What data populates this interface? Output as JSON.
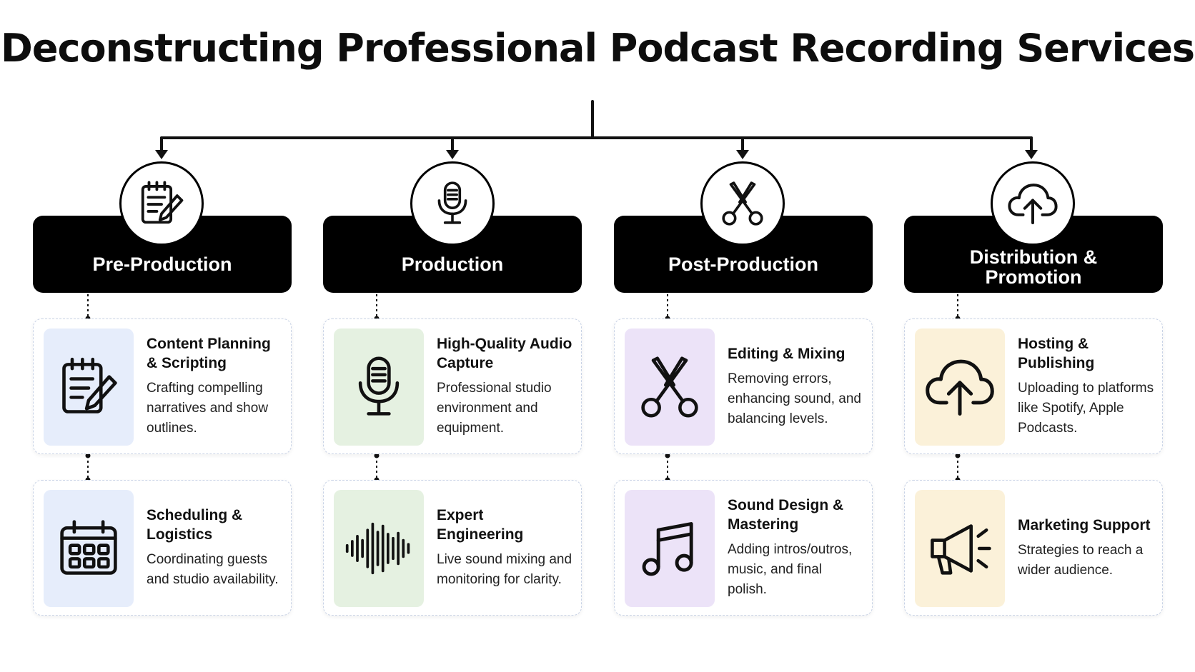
{
  "title": "Deconstructing Professional Podcast Recording Services",
  "colors": {
    "header_bg": "#000000",
    "tile_blue": "#e6edfb",
    "tile_green": "#e5f1e1",
    "tile_purple": "#ece3f8",
    "tile_yellow": "#fbf1d9"
  },
  "phases": [
    {
      "label": "Pre-Production",
      "icon": "notepad-pencil-icon",
      "cards": [
        {
          "title": "Content Planning & Scripting",
          "desc": "Crafting compelling narratives and show outlines.",
          "icon": "notepad-pencil-icon"
        },
        {
          "title": "Scheduling & Logistics",
          "desc": "Coordinating guests and studio availability.",
          "icon": "calendar-icon"
        }
      ]
    },
    {
      "label": "Production",
      "icon": "microphone-icon",
      "cards": [
        {
          "title": "High-Quality Audio Capture",
          "desc": "Professional studio environment and equipment.",
          "icon": "microphone-icon"
        },
        {
          "title": "Expert Engineering",
          "desc": "Live sound mixing and monitoring for clarity.",
          "icon": "sound-wave-icon"
        }
      ]
    },
    {
      "label": "Post-Production",
      "icon": "scissors-icon",
      "cards": [
        {
          "title": "Editing & Mixing",
          "desc": "Removing errors, enhancing sound, and balancing levels.",
          "icon": "scissors-icon"
        },
        {
          "title": "Sound Design & Mastering",
          "desc": "Adding intros/outros, music, and final polish.",
          "icon": "music-note-icon"
        }
      ]
    },
    {
      "label": "Distribution & Promotion",
      "icon": "cloud-upload-icon",
      "cards": [
        {
          "title": "Hosting & Publishing",
          "desc": "Uploading to platforms like Spotify, Apple Podcasts.",
          "icon": "cloud-upload-icon"
        },
        {
          "title": "Marketing Support",
          "desc": "Strategies to reach a wider audience.",
          "icon": "megaphone-icon"
        }
      ]
    }
  ]
}
